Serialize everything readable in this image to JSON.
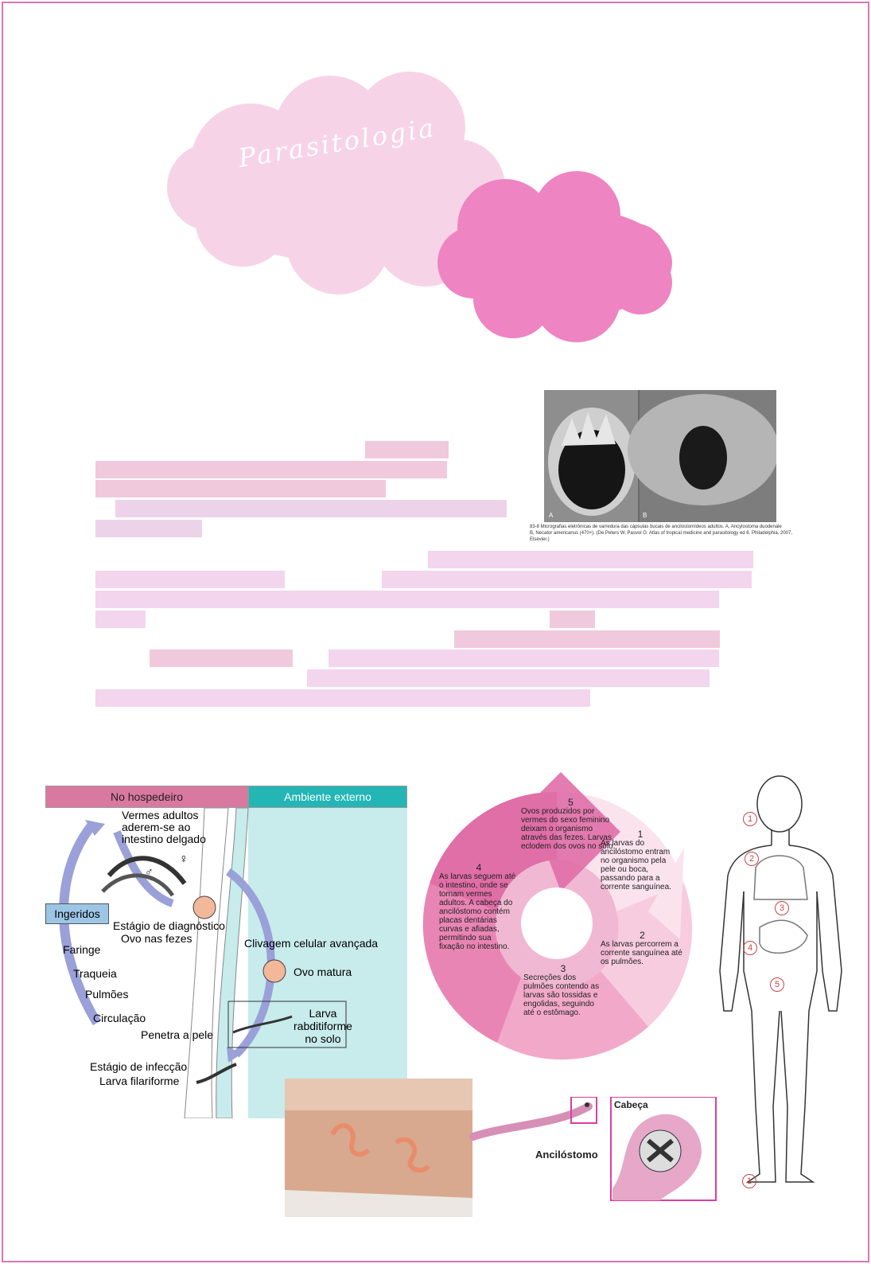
{
  "title": "Parasitologia",
  "micrograph": {
    "label_a": "A",
    "label_b": "B",
    "caption_line1": "83-8  Micrografias eletrônicas de varredura das cápsulas bucais de ancilostomídeos adultos. A, Ancylostoma duodenale",
    "caption_line2": "B, Necator americanus (470×). (De Peters W, Pasvol G: Atlas of tropical medicine and parasitology ed 6. Philadelphia, 2007, Elsevier.)"
  },
  "lifecycle_left": {
    "header_host": "No hospedeiro",
    "header_env": "Ambiente externo",
    "adults": "Vermes adultos aderem-se  ao intestino delgado",
    "ingested": "Ingeridos",
    "diag_1": "Estágio de diagnóstico",
    "diag_2": "Ovo nas fezes",
    "faringe": "Faringe",
    "traqueia": "Traqueia",
    "pulmoes": "Pulmões",
    "circulacao": "Circulação",
    "penetra": "Penetra a pele",
    "infect_1": "Estágio de infecção",
    "infect_2": "Larva filariforme",
    "clivagem": "Clivagem celular avançada",
    "ovo_matura": "Ovo matura",
    "larva_1": "Larva",
    "larva_2": "rabditiforme",
    "larva_3": "no solo",
    "female": "♀",
    "male": "♂"
  },
  "cycle": {
    "steps": [
      {
        "n": "1",
        "text": "As larvas do ancilóstomo entram no organismo pela pele ou boca, passando para a corrente sanguínea."
      },
      {
        "n": "2",
        "text": "As larvas percorrem a corrente sanguínea até os pulmões."
      },
      {
        "n": "3",
        "text": "Secreções dos pulmões contendo as larvas são tossidas e engolidas, seguindo até o estômago."
      },
      {
        "n": "4",
        "text": "As larvas seguem até o intestino, onde se tornam vermes adultos. A cabeça do ancilóstomo contém placas dentárias curvas e afiadas, permitindo sua fixação no intestino."
      },
      {
        "n": "5",
        "text": "Ovos produzidos por vermes do sexo feminino deixam o organismo através das fezes. Larvas eclodem dos ovos no solo."
      }
    ]
  },
  "body": {
    "markers": [
      "1",
      "2",
      "3",
      "4",
      "5",
      "1"
    ]
  },
  "worm": {
    "name": "Ancilóstomo",
    "head": "Cabeça"
  },
  "colors": {
    "accent": "#e884bf",
    "cloud_light": "#f7d3e8",
    "cloud_dark": "#ee84c1",
    "header_host": "#d9799f",
    "header_env": "#24b5b5",
    "env_bg": "#c8ebec"
  }
}
